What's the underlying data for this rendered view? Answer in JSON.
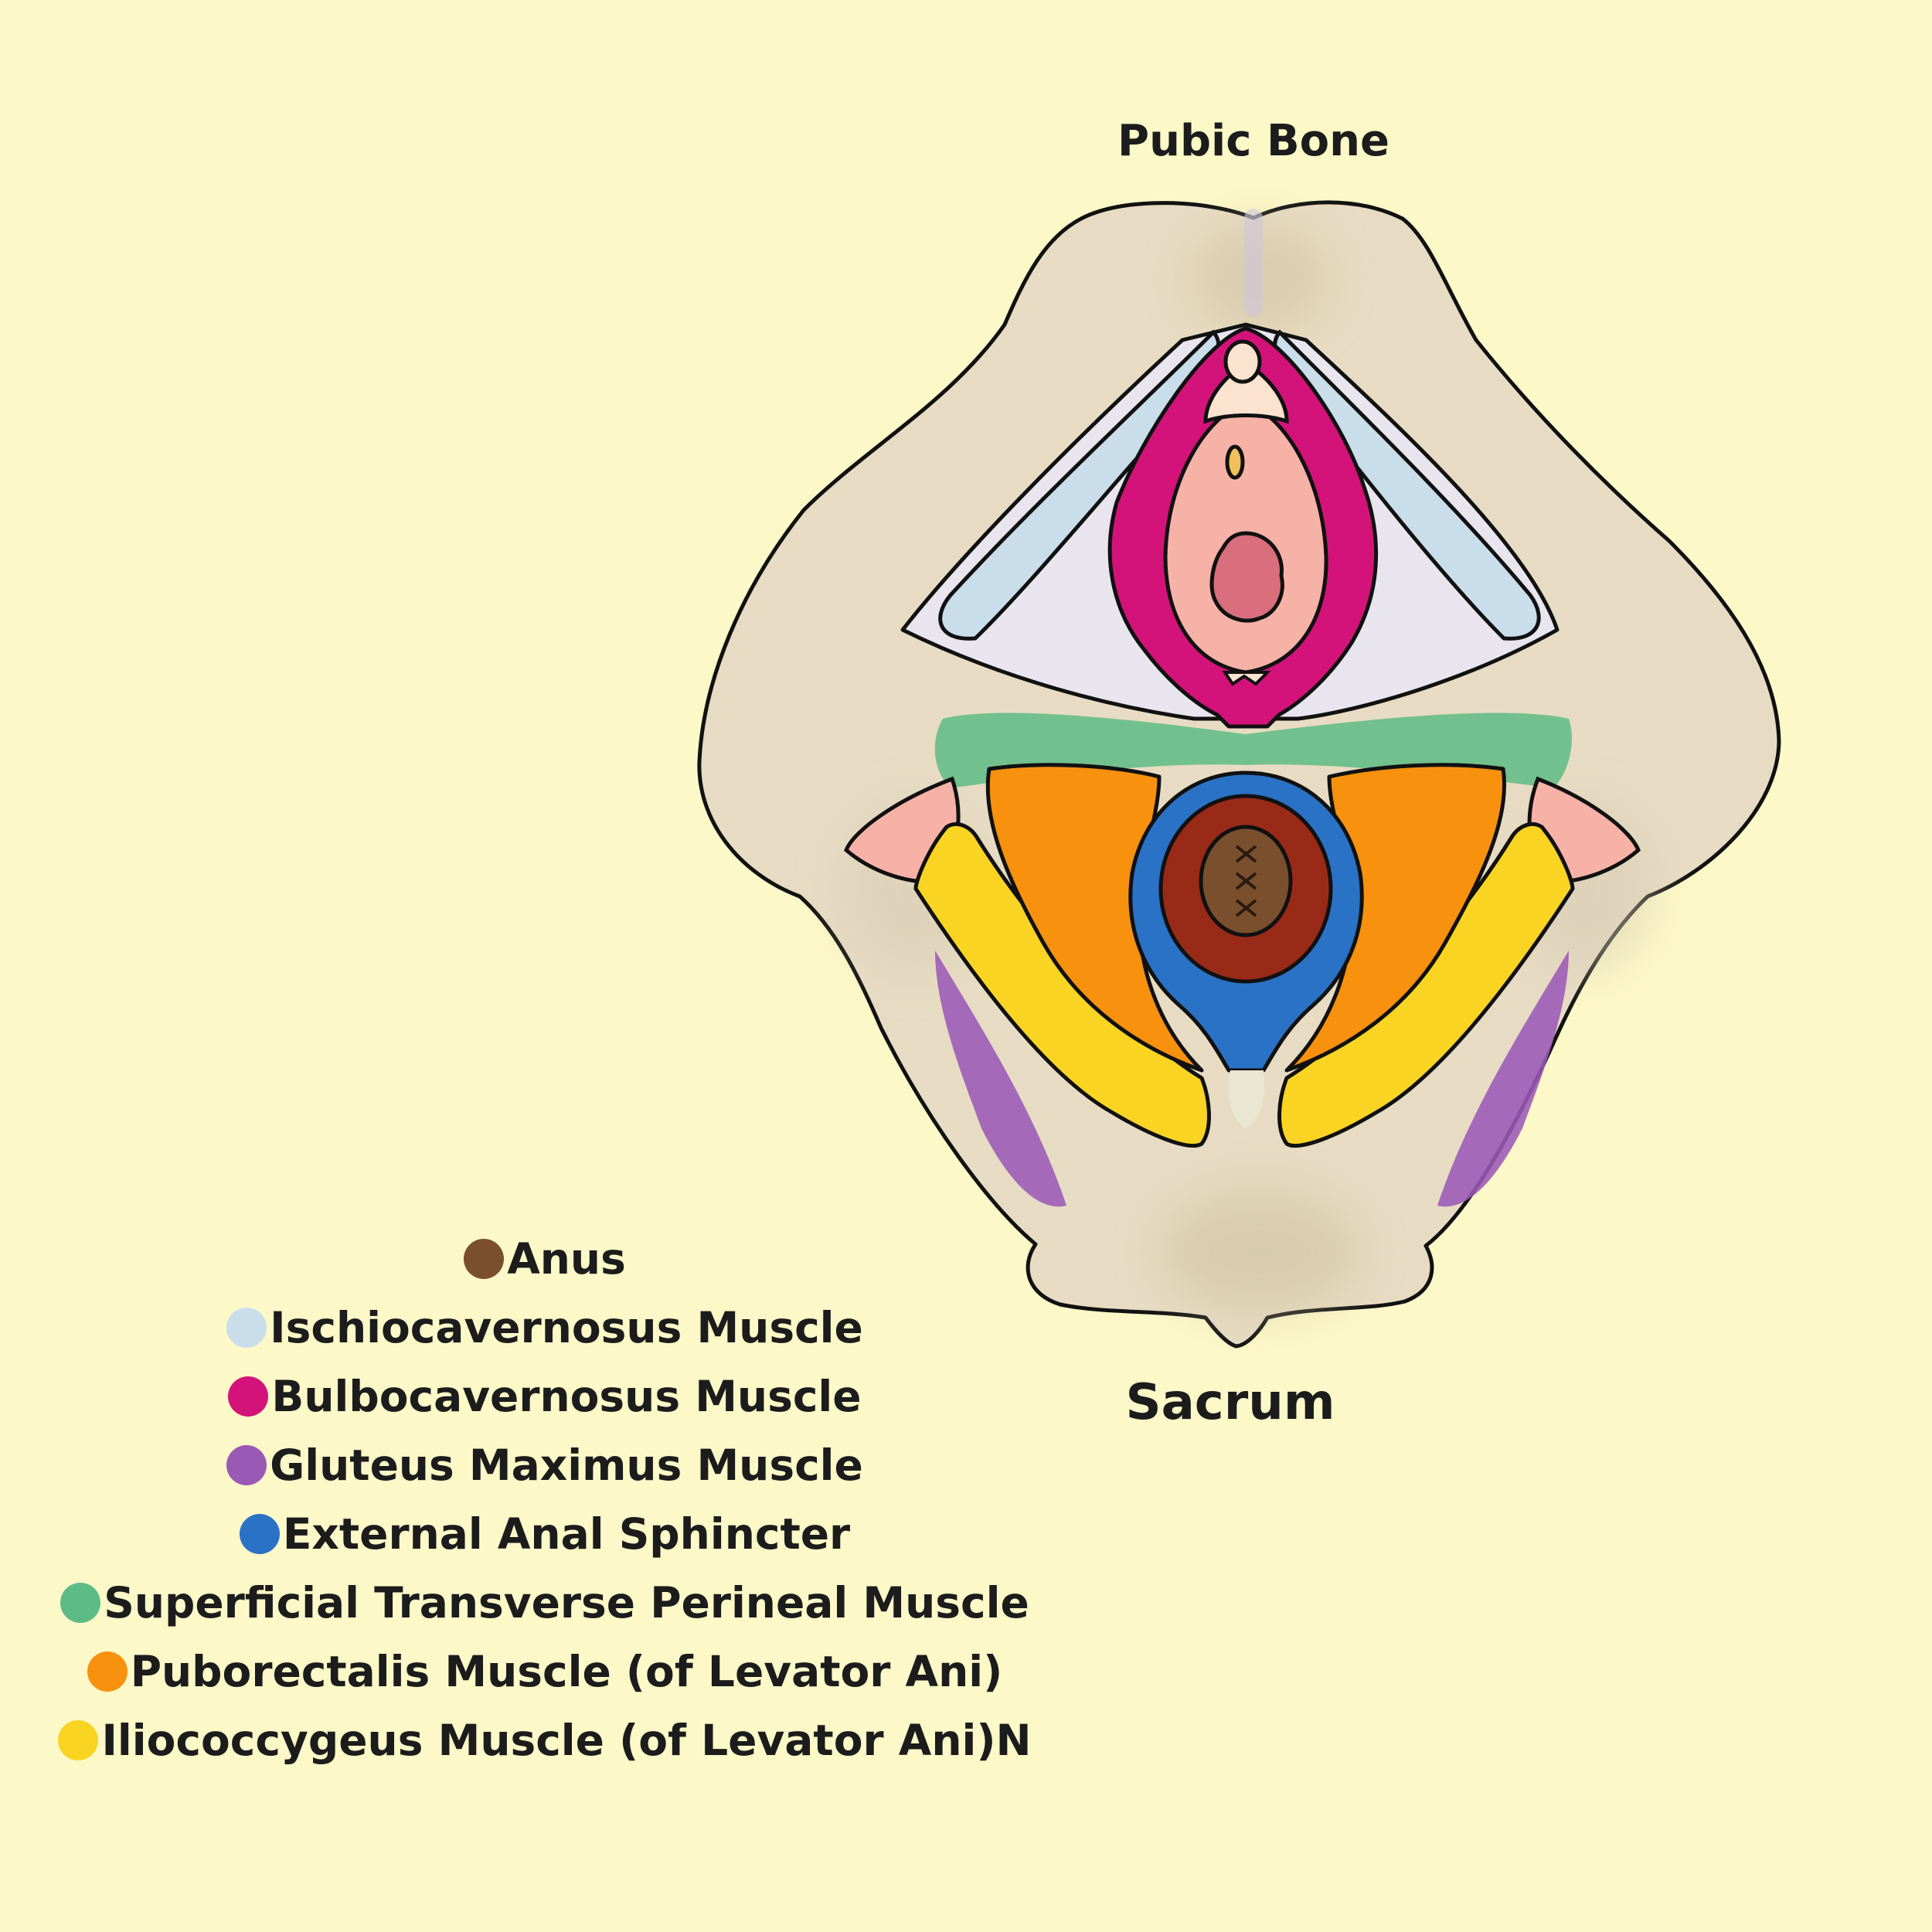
{
  "labels": {
    "top": "Pubic Bone",
    "bottom": "Sacrum"
  },
  "legend": [
    {
      "label": "Anus",
      "color": "#7A4F2E"
    },
    {
      "label": "Ischiocavernosus Muscle",
      "color": "#C9DDEA"
    },
    {
      "label": "Bulbocavernosus Muscle",
      "color": "#D4137A"
    },
    {
      "label": "Gluteus Maximus Muscle",
      "color": "#9B59B6"
    },
    {
      "label": "External Anal Sphincter",
      "color": "#2A72C6"
    },
    {
      "label": "Superficial Transverse Perineal Muscle",
      "color": "#5DBB85"
    },
    {
      "label": "Puborectalis Muscle (of Levator Ani)",
      "color": "#F7910E"
    },
    {
      "label": "Iliococcygeus Muscle (of Levator Ani)N",
      "color": "#F9D423"
    }
  ],
  "colors": {
    "background": "#FDF8C8",
    "bone": "#E7DCC3",
    "bone_shadow": "#D3C3A2",
    "membrane": "#E9E5EE",
    "outline": "#111111",
    "anal_ring": "#9A2A18",
    "pink_tissue": "#F7B2A7",
    "clitoris": "#FBE3D0",
    "urethra": "#F0C05A"
  }
}
